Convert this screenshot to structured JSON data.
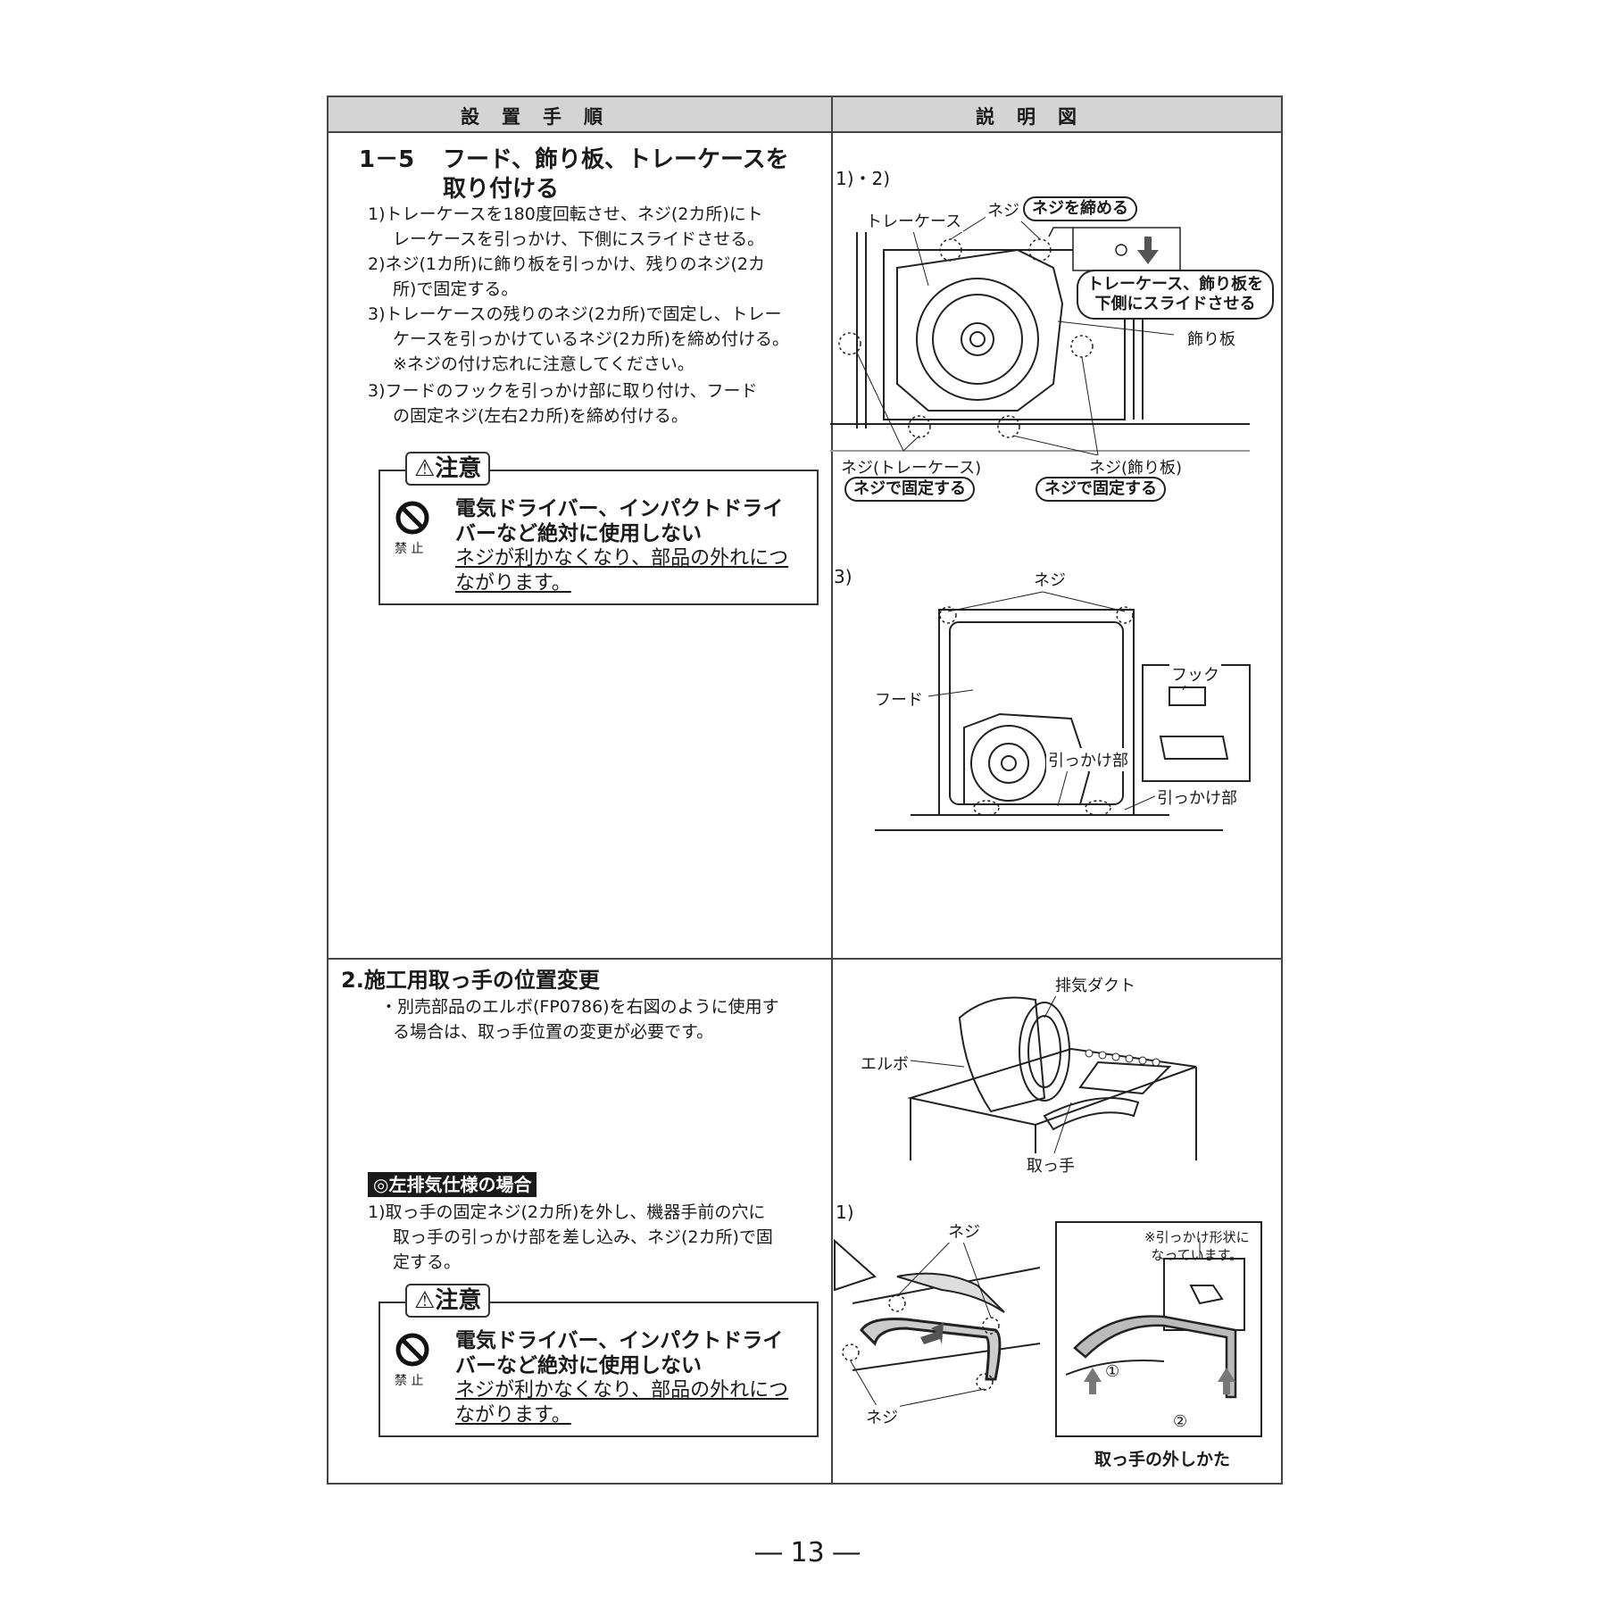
{
  "header": {
    "col_left": "設　置　手　順",
    "col_right": "説　明　図"
  },
  "section1": {
    "number": "1－5",
    "title_line1": "フード、飾り板、トレーケースを",
    "title_line2": "取り付ける",
    "steps": [
      "1)トレーケースを180度回転させ、ネジ(2カ所)にト",
      "レーケースを引っかけ、下側にスライドさせる。",
      "2)ネジ(1カ所)に飾り板を引っかけ、残りのネジ(2カ",
      "所)で固定する。",
      "3)トレーケースの残りのネジ(2カ所)で固定し、トレー",
      "ケースを引っかけているネジ(2カ所)を締め付ける。",
      "※ネジの付け忘れに注意してください。",
      "3)フードのフックを引っかけ部に取り付け、フード",
      "の固定ネジ(左右2カ所)を締め付ける。"
    ]
  },
  "caution": {
    "tag": "⚠注意",
    "prohibit": "禁 止",
    "bold1": "電気ドライバー、インパクトドライ",
    "bold2": "バーなど絶対に使用しない",
    "ul1": "ネジが利かなくなり、部品の外れにつ",
    "ul2": "ながります。"
  },
  "fig1": {
    "step": "1)・2)",
    "tray_case": "トレーケース",
    "screw": "ネジ",
    "tighten": "ネジを締める",
    "slide1": "トレーケース、飾り板を",
    "slide2": "下側にスライドさせる",
    "deco": "飾り板",
    "screw_tray": "ネジ(トレーケース)",
    "screw_deco": "ネジ(飾り板)",
    "fix": "ネジで固定する"
  },
  "fig2": {
    "step": "3)",
    "screw": "ネジ",
    "hood": "フード",
    "hook": "フック",
    "catch": "引っかけ部"
  },
  "section2": {
    "title": "2.施工用取っ手の位置変更",
    "bullet1": "・別売部品のエルボ(FP0786)を右図のように使用す",
    "bullet2": "る場合は、取っ手位置の変更が必要です。",
    "label": "◎左排気仕様の場合",
    "step1a": "1)取っ手の固定ネジ(2カ所)を外し、機器手前の穴に",
    "step1b": "取っ手の引っかけ部を差し込み、ネジ(2カ所)で固",
    "step1c": "定する。"
  },
  "fig3": {
    "duct": "排気ダクト",
    "elbow": "エルボ",
    "handle": "取っ手"
  },
  "fig4": {
    "step": "1)",
    "screw": "ネジ",
    "note1": "※引っかけ形状に",
    "note2": "なっています。",
    "c1": "①",
    "c2": "②",
    "caption": "取っ手の外しかた"
  },
  "footer": {
    "page": "― 13 ―"
  }
}
